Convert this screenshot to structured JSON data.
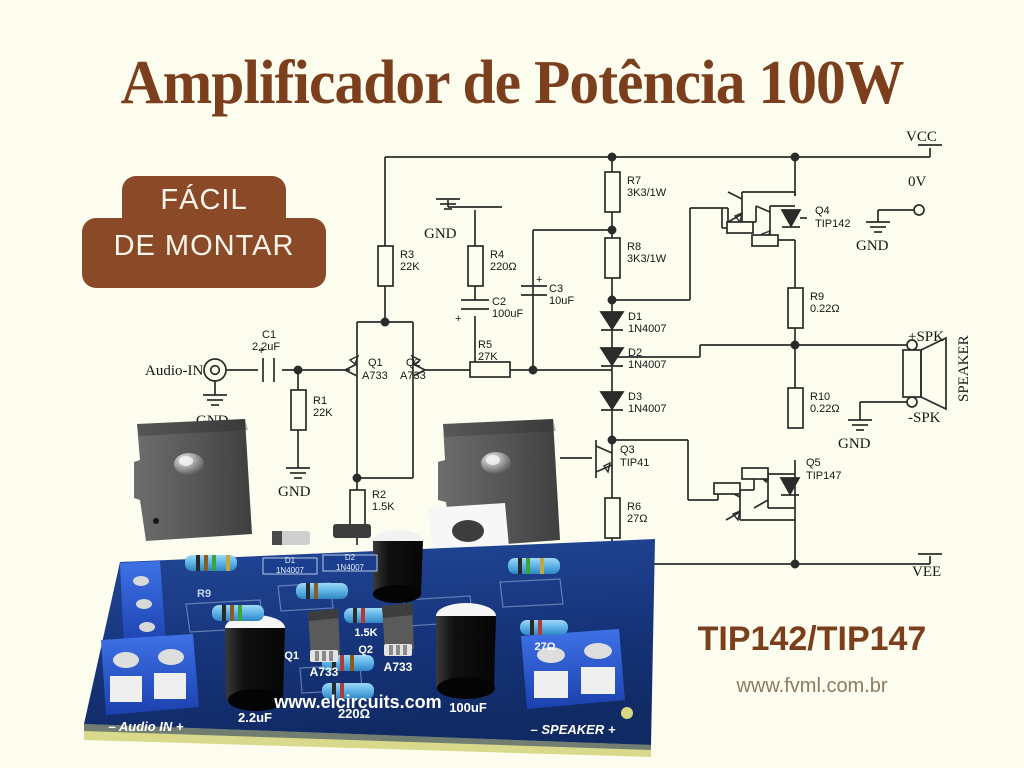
{
  "page": {
    "title": "Amplificador de Potência 100W",
    "bg_color": "#fdfdef",
    "accent_color": "#7b3f1d",
    "badge_color": "#8a4a28"
  },
  "badge": {
    "line1": "FÁCIL",
    "line2": "DE MONTAR"
  },
  "footer": {
    "model": "TIP142/TIP147",
    "url": "www.fvml.com.br"
  },
  "schematic": {
    "terminals": [
      {
        "name": "audio-in",
        "label": "Audio-IN"
      },
      {
        "name": "gnd-input",
        "label": "GND"
      },
      {
        "name": "gnd-r4",
        "label": "GND"
      },
      {
        "name": "gnd-r1",
        "label": "GND"
      },
      {
        "name": "vcc",
        "label": "VCC"
      },
      {
        "name": "zero-volt",
        "label": "0V"
      },
      {
        "name": "gnd-0v",
        "label": "GND"
      },
      {
        "name": "spk-plus",
        "label": "+SPK"
      },
      {
        "name": "spk-minus",
        "label": "-SPK"
      },
      {
        "name": "gnd-spk",
        "label": "GND"
      },
      {
        "name": "speaker",
        "label": "SPEAKER"
      },
      {
        "name": "vee",
        "label": "VEE"
      }
    ],
    "components": [
      {
        "ref": "C1",
        "value": "2.2uF",
        "type": "capacitor-polarized"
      },
      {
        "ref": "R1",
        "value": "22K",
        "type": "resistor"
      },
      {
        "ref": "R2",
        "value": "1.5K",
        "type": "resistor"
      },
      {
        "ref": "R3",
        "value": "22K",
        "type": "resistor"
      },
      {
        "ref": "R4",
        "value": "220Ω",
        "type": "resistor"
      },
      {
        "ref": "C2",
        "value": "100uF",
        "type": "capacitor-polarized"
      },
      {
        "ref": "R5",
        "value": "27K",
        "type": "resistor"
      },
      {
        "ref": "C3",
        "value": "10uF",
        "type": "capacitor-polarized"
      },
      {
        "ref": "R6",
        "value": "27Ω",
        "type": "resistor"
      },
      {
        "ref": "R7",
        "value": "3K3/1W",
        "type": "resistor"
      },
      {
        "ref": "R8",
        "value": "3K3/1W",
        "type": "resistor"
      },
      {
        "ref": "R9",
        "value": "0.22Ω",
        "type": "resistor"
      },
      {
        "ref": "R10",
        "value": "0.22Ω",
        "type": "resistor"
      },
      {
        "ref": "D1",
        "value": "1N4007",
        "type": "diode"
      },
      {
        "ref": "D2",
        "value": "1N4007",
        "type": "diode"
      },
      {
        "ref": "D3",
        "value": "1N4007",
        "type": "diode"
      },
      {
        "ref": "Q1",
        "value": "A733",
        "type": "transistor-pnp"
      },
      {
        "ref": "Q2",
        "value": "A733",
        "type": "transistor-pnp"
      },
      {
        "ref": "Q3",
        "value": "TIP41",
        "type": "transistor-npn"
      },
      {
        "ref": "Q4",
        "value": "TIP142",
        "type": "darlington-npn"
      },
      {
        "ref": "Q5",
        "value": "TIP147",
        "type": "darlington-pnp"
      }
    ]
  },
  "pcb": {
    "silkscreen_url": "www.elcircuits.com",
    "terminal_left": "– Audio IN +",
    "terminal_right": "– SPEAKER +",
    "labels": [
      {
        "name": "cap-input",
        "text": "2.2uF"
      },
      {
        "name": "cap-output",
        "text": "100uF"
      },
      {
        "name": "q1-ref",
        "text": "Q1"
      },
      {
        "name": "q1-value",
        "text": "A733"
      },
      {
        "name": "q2-ref",
        "text": "Q2"
      },
      {
        "name": "q2-value",
        "text": "A733"
      },
      {
        "name": "d1-ref",
        "text": "D1"
      },
      {
        "name": "d1-value",
        "text": "1N4007"
      },
      {
        "name": "d2-ref",
        "text": "D2"
      },
      {
        "name": "d2-value",
        "text": "1N4007"
      },
      {
        "name": "r-1k5",
        "text": "1.5K"
      },
      {
        "name": "r-220",
        "text": "220Ω"
      },
      {
        "name": "r-27",
        "text": "27Ω"
      },
      {
        "name": "r9-ref",
        "text": "R9"
      }
    ],
    "board_color": "#18387f",
    "connector_color": "#1d4bd0"
  }
}
